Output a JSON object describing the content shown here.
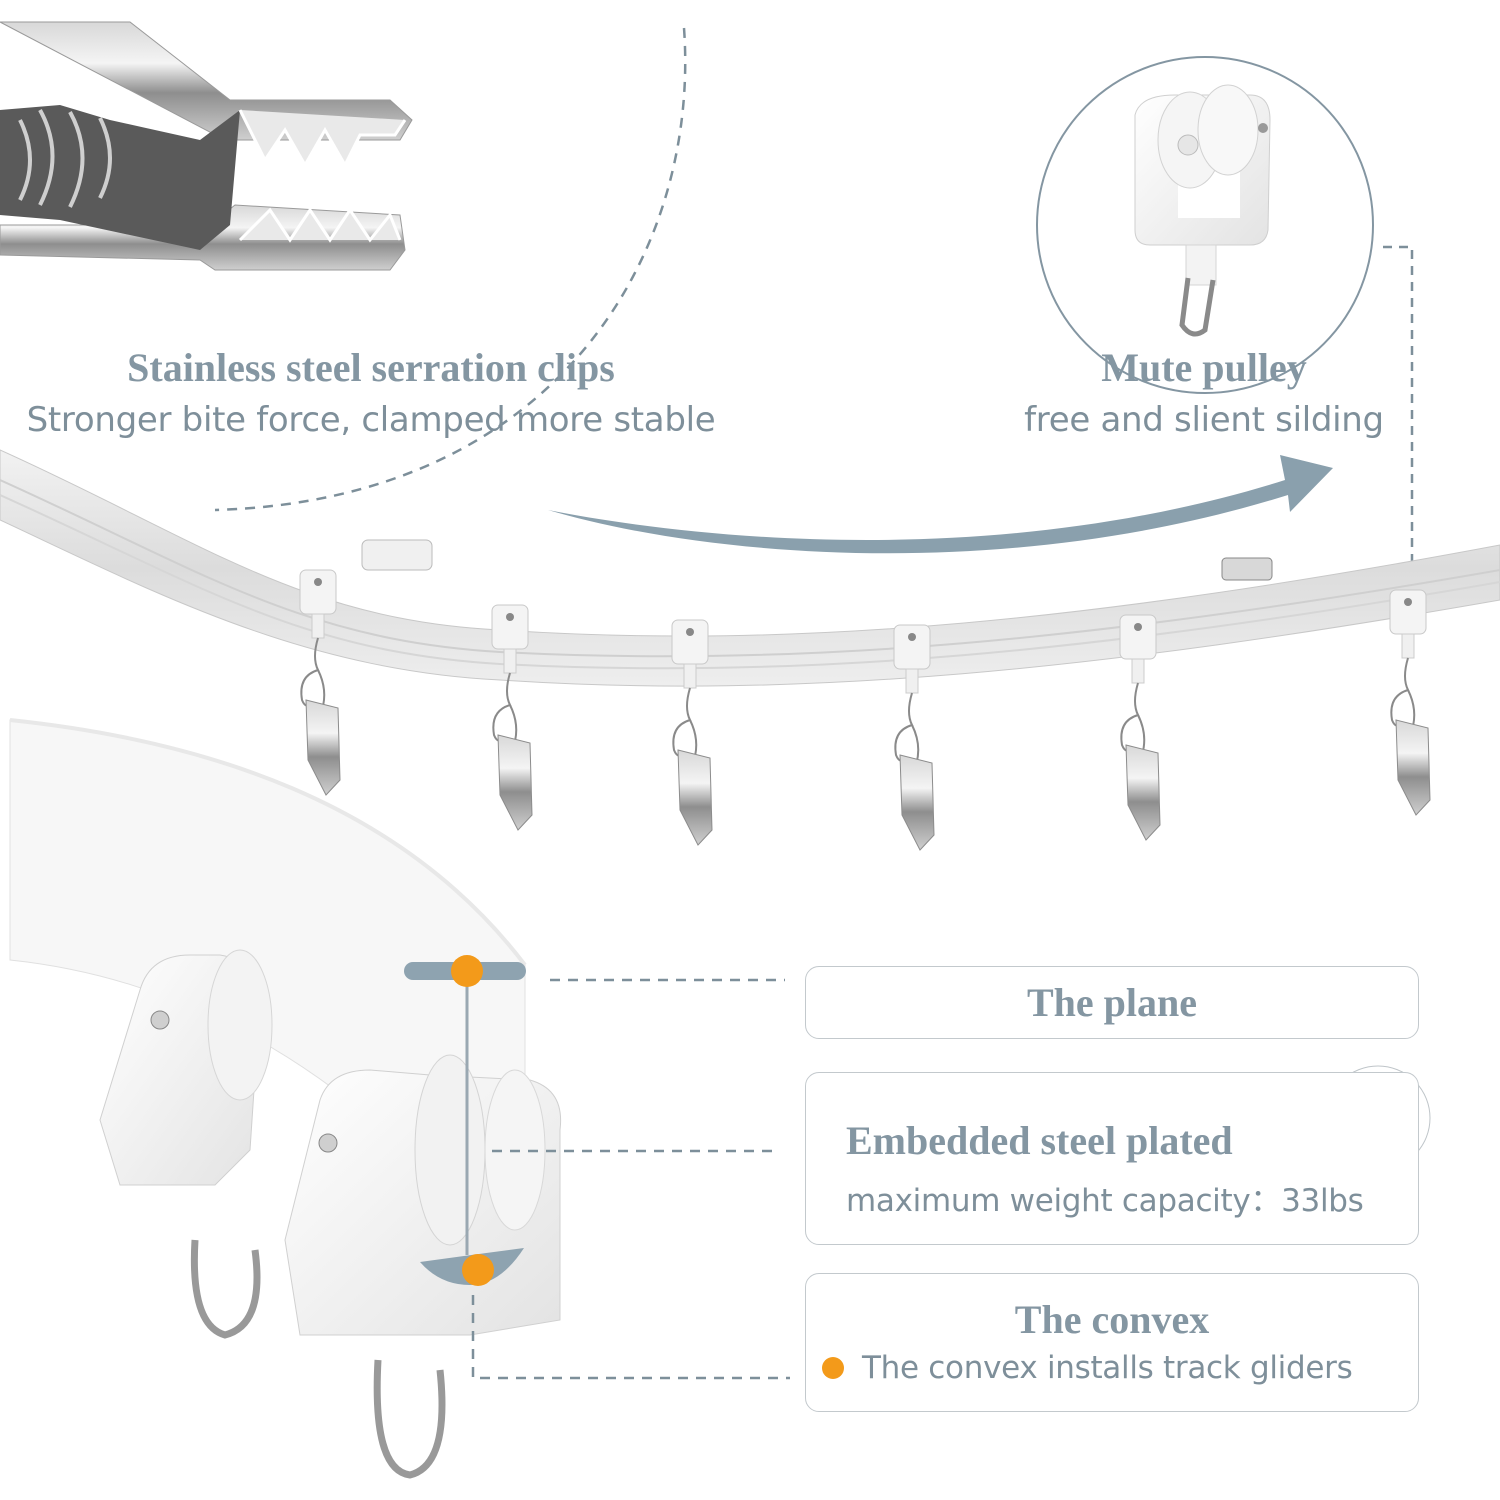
{
  "colors": {
    "accent": "#8496a2",
    "text": "#7e8f9a",
    "arrow": "#8aa0ad",
    "highlight": "#f39a1a",
    "border": "#c3c9cd"
  },
  "clip_feature": {
    "title": "Stainless steel serration clips",
    "subtitle": "Stronger bite force, clamped more stable",
    "icon": "serrated-clip-photo"
  },
  "pulley_feature": {
    "title": "Mute pulley",
    "subtitle": "free and slient silding",
    "icon": "pulley-photo"
  },
  "track": {
    "glider_count": 6,
    "icon": "curved-track-photo"
  },
  "callouts": {
    "plane": {
      "title": "The plane"
    },
    "steel": {
      "title": "Embedded steel plated",
      "subtitle": "maximum weight capacity：33lbs",
      "icon": "steel-rods-icon"
    },
    "convex": {
      "title": "The convex",
      "bullet_text": "The convex installs track gliders"
    }
  }
}
